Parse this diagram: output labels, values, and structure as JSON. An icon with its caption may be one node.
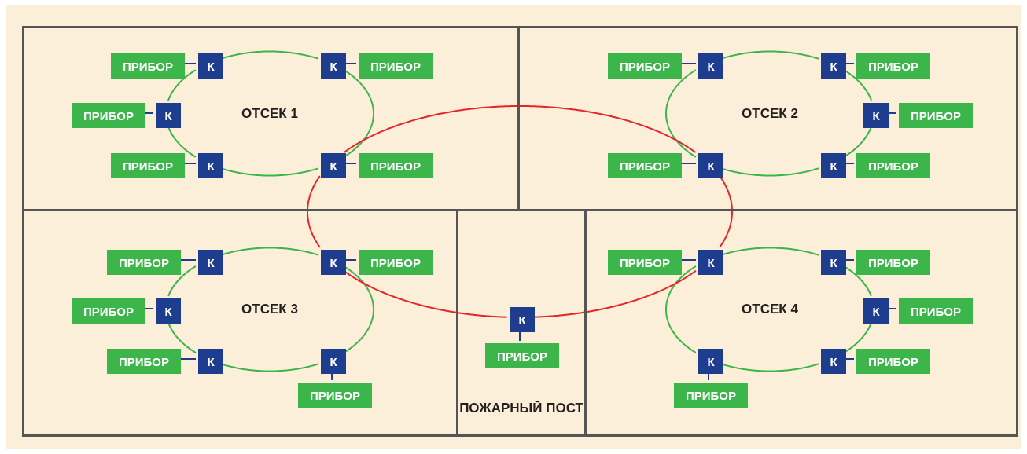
{
  "diagram": {
    "nodes": [
      {
        "text": [],
        "shape": "box"
      },
      {
        "text": [
          "ПРИБОР"
        ],
        "in": 0
      },
      {
        "text": [
          "К"
        ],
        "in": 0
      },
      {
        "text": [
          "К"
        ],
        "in": 0
      },
      {
        "text": [
          "ПРИБОР"
        ],
        "in": 0
      },
      {
        "text": [
          "ПРИБОР"
        ],
        "in": 0
      },
      {
        "text": [
          "К"
        ],
        "in": 0
      },
      {
        "text": [
          "ПРИБОР"
        ],
        "in": 0
      },
      {
        "text": [
          "К"
        ],
        "in": 0
      },
      {
        "text": [
          "К"
        ],
        "in": 0
      },
      {
        "text": [
          "ПРИБОР"
        ],
        "in": 0
      },
      {
        "text": [],
        "shape": "box"
      },
      {
        "text": [
          "ПРИБОР"
        ],
        "in": 11
      },
      {
        "text": [
          "К"
        ],
        "in": 11
      },
      {
        "text": [
          "К"
        ],
        "in": 11
      },
      {
        "text": [
          "ПРИБОР"
        ],
        "in": 11
      },
      {
        "text": [
          "К"
        ],
        "in": 11
      },
      {
        "text": [
          "ПРИБОР"
        ],
        "in": 11
      },
      {
        "text": [
          "ПРИБОР"
        ],
        "in": 11
      },
      {
        "text": [
          "К"
        ],
        "in": 11
      },
      {
        "text": [
          "К"
        ],
        "in": 11
      },
      {
        "text": [
          "ПРИБОР"
        ],
        "in": 11
      },
      {
        "text": [],
        "shape": "box"
      },
      {
        "text": [
          "ПРИБОР"
        ],
        "in": 22
      },
      {
        "text": [
          "К"
        ],
        "in": 22
      },
      {
        "text": [
          "К"
        ],
        "in": 22
      },
      {
        "text": [
          "ПРИБОР"
        ],
        "in": 22
      },
      {
        "text": [
          "ПРИБОР"
        ],
        "in": 22
      },
      {
        "text": [
          "К"
        ],
        "in": 22
      },
      {
        "text": [
          "ПРИБОР"
        ],
        "in": 22
      },
      {
        "text": [
          "К"
        ],
        "in": 22
      },
      {
        "text": [
          "К"
        ],
        "in": 22
      },
      {
        "text": [
          "ПРИБОР"
        ],
        "in": 22
      },
      {
        "text": [
          "ПОЖАРНЫЙ ПОСТ"
        ]
      },
      {
        "text": [
          "К"
        ],
        "in": 33
      },
      {
        "text": [
          "ПРИБОР"
        ],
        "in": 33
      },
      {
        "text": [],
        "shape": "box"
      },
      {
        "text": [
          "ПРИБОР"
        ],
        "in": 36
      },
      {
        "text": [
          "К"
        ],
        "in": 36
      },
      {
        "text": [
          "К"
        ],
        "in": 36
      },
      {
        "text": [
          "ПРИБОР"
        ],
        "in": 36
      },
      {
        "text": [
          "К"
        ],
        "in": 36
      },
      {
        "text": [
          "ПРИБОР"
        ],
        "in": 36
      },
      {
        "text": [
          "К"
        ],
        "in": 36
      },
      {
        "text": [
          "К"
        ],
        "in": 36
      },
      {
        "text": [
          "ПРИБОР"
        ],
        "in": 36
      },
      {
        "text": [
          "ПРИБОР"
        ],
        "in": 36
      }
    ],
    "edges": [
      {
        "from": 1,
        "to": 2,
        "arrow": "none"
      },
      {
        "from": 4,
        "to": 3,
        "arrow": "none"
      },
      {
        "from": 5,
        "to": 6,
        "arrow": "none"
      },
      {
        "from": 7,
        "to": 8,
        "arrow": "none"
      },
      {
        "from": 10,
        "to": 9,
        "arrow": "none"
      },
      {
        "from": 12,
        "to": 13,
        "arrow": "none"
      },
      {
        "from": 15,
        "to": 14,
        "arrow": "none"
      },
      {
        "from": 17,
        "to": 16,
        "arrow": "none"
      },
      {
        "from": 18,
        "to": 19,
        "arrow": "none"
      },
      {
        "from": 21,
        "to": 20,
        "arrow": "none"
      },
      {
        "from": 23,
        "to": 24,
        "arrow": "none"
      },
      {
        "from": 26,
        "to": 25,
        "arrow": "none"
      },
      {
        "from": 27,
        "to": 28,
        "arrow": "none"
      },
      {
        "from": 29,
        "to": 30,
        "arrow": "none"
      },
      {
        "from": 32,
        "to": 31,
        "arrow": "none"
      },
      {
        "from": 35,
        "to": 34,
        "arrow": "none"
      },
      {
        "from": 37,
        "to": 38,
        "arrow": "none"
      },
      {
        "from": 40,
        "to": 39,
        "arrow": "none"
      },
      {
        "from": 42,
        "to": 41,
        "arrow": "none"
      },
      {
        "from": 45,
        "to": 44,
        "arrow": "none"
      },
      {
        "from": 46,
        "to": 43,
        "arrow": "none"
      },
      {
        "from": 2,
        "to": 3,
        "arrow": "none",
        "color": "#3cb54a"
      },
      {
        "from": 3,
        "to": 9,
        "arrow": "none",
        "color": "#3cb54a"
      },
      {
        "from": 9,
        "to": 8,
        "arrow": "none",
        "color": "#3cb54a"
      },
      {
        "from": 8,
        "to": 6,
        "arrow": "none",
        "color": "#3cb54a"
      },
      {
        "from": 6,
        "to": 2,
        "arrow": "none",
        "color": "#3cb54a"
      },
      {
        "from": 13,
        "to": 14,
        "arrow": "none",
        "color": "#3cb54a"
      },
      {
        "from": 14,
        "to": 16,
        "arrow": "none",
        "color": "#3cb54a"
      },
      {
        "from": 16,
        "to": 20,
        "arrow": "none",
        "color": "#3cb54a"
      },
      {
        "from": 20,
        "to": 19,
        "arrow": "none",
        "color": "#3cb54a"
      },
      {
        "from": 19,
        "to": 13,
        "arrow": "none",
        "color": "#3cb54a"
      },
      {
        "from": 24,
        "to": 25,
        "arrow": "none",
        "color": "#3cb54a"
      },
      {
        "from": 25,
        "to": 31,
        "arrow": "none",
        "color": "#3cb54a"
      },
      {
        "from": 31,
        "to": 30,
        "arrow": "none",
        "color": "#3cb54a"
      },
      {
        "from": 30,
        "to": 28,
        "arrow": "none",
        "color": "#3cb54a"
      },
      {
        "from": 28,
        "to": 24,
        "arrow": "none",
        "color": "#3cb54a"
      },
      {
        "from": 38,
        "to": 39,
        "arrow": "none",
        "color": "#3cb54a"
      },
      {
        "from": 39,
        "to": 41,
        "arrow": "none",
        "color": "#3cb54a"
      },
      {
        "from": 41,
        "to": 44,
        "arrow": "none",
        "color": "#3cb54a"
      },
      {
        "from": 44,
        "to": 43,
        "arrow": "none",
        "color": "#3cb54a"
      },
      {
        "from": 43,
        "to": 38,
        "arrow": "none",
        "color": "#3cb54a"
      },
      {
        "from": 9,
        "to": 19,
        "arrow": "none",
        "color": "#e3262b"
      },
      {
        "from": 19,
        "to": 38,
        "arrow": "none",
        "color": "#e3262b"
      },
      {
        "from": 38,
        "to": 34,
        "arrow": "none",
        "color": "#e3262b"
      },
      {
        "from": 34,
        "to": 25,
        "arrow": "none",
        "color": "#e3262b"
      },
      {
        "from": 25,
        "to": 9,
        "arrow": "none",
        "color": "#e3262b"
      }
    ],
    "labels": [
      "ОТСЕК 1",
      "ОТСЕК 2",
      "ОТСЕК 3",
      "ОТСЕК 4"
    ]
  }
}
